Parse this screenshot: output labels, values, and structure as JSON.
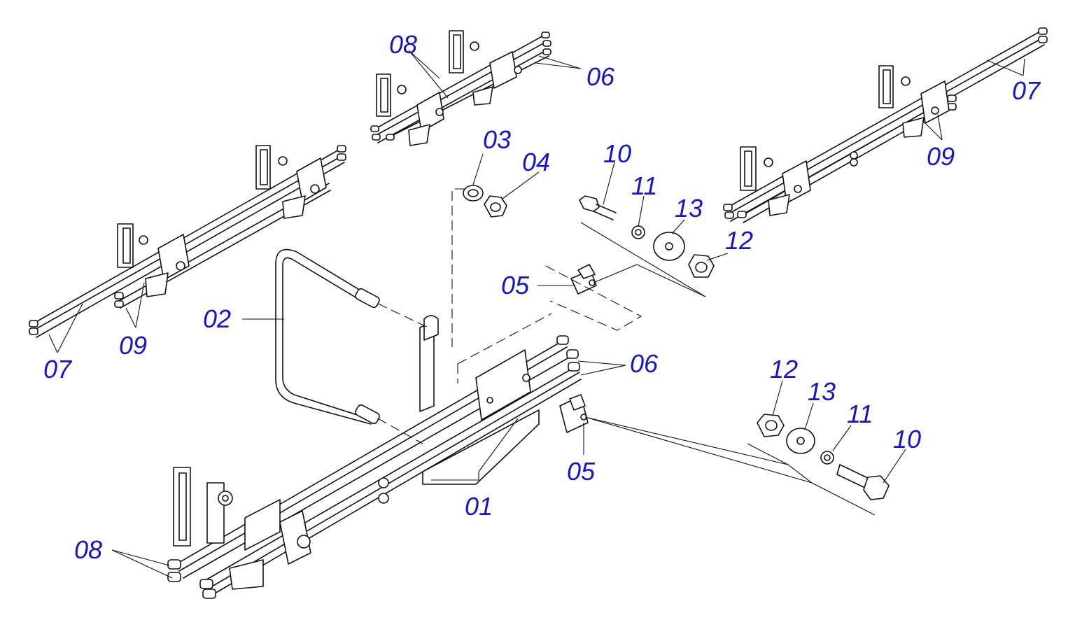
{
  "colors": {
    "callout": "#1414c8",
    "line": "#111111",
    "background": "#ffffff"
  },
  "callouts": {
    "c01": "01",
    "c02": "02",
    "c03": "03",
    "c04": "04",
    "c05a": "05",
    "c05b": "05",
    "c06a": "06",
    "c06b": "06",
    "c07a": "07",
    "c07b": "07",
    "c08a": "08",
    "c08b": "08",
    "c09a": "09",
    "c09b": "09",
    "c10a": "10",
    "c10b": "10",
    "c11a": "11",
    "c11b": "11",
    "c12a": "12",
    "c12b": "12",
    "c13a": "13",
    "c13b": "13"
  }
}
